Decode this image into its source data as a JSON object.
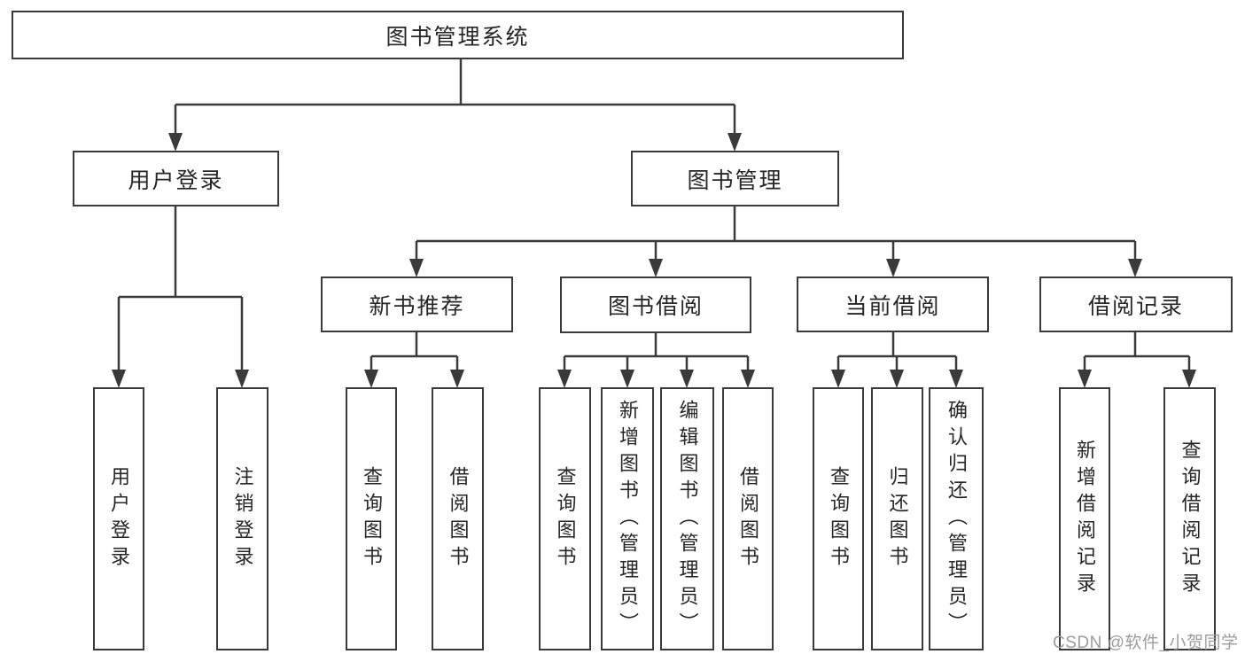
{
  "colors": {
    "line": "#3a3a3a",
    "text": "#262626",
    "background": "#ffffff",
    "watermark_color": "#9c9c9c"
  },
  "watermark": "CSDN @软件_小贺同学",
  "tree": {
    "root": "图书管理系统",
    "branches": {
      "user_login": "用户登录",
      "book_management": "图书管理"
    },
    "modules": {
      "new_book_recommend": "新书推荐",
      "book_borrow": "图书借阅",
      "current_borrow": "当前借阅",
      "borrow_records": "借阅记录"
    },
    "leaves": {
      "user_login": [
        "用户登录",
        "注销登录"
      ],
      "new_book_recommend": [
        "查询图书",
        "借阅图书"
      ],
      "book_borrow": [
        "查询图书",
        "新增图书（管理员）",
        "编辑图书（管理员）",
        "借阅图书"
      ],
      "current_borrow": [
        "查询图书",
        "归还图书",
        "确认归还（管理员）"
      ],
      "borrow_records": [
        "新增借阅记录",
        "查询借阅记录"
      ]
    }
  }
}
